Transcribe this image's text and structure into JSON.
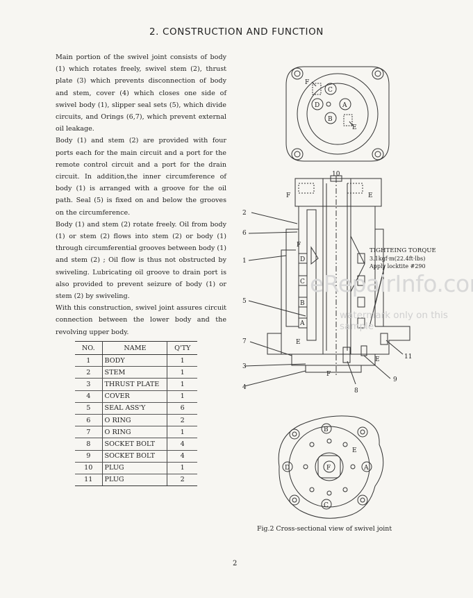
{
  "section": {
    "title": "2.  CONSTRUCTION AND FUNCTION"
  },
  "body_paragraphs": [
    "Main portion of the swivel joint consists of body (1) which rotates freely, swivel stem (2), thrust plate (3) which prevents disconnection of body and stem, cover (4) which closes one side of swivel body (1), slipper seal sets (5), which divide circuits, and Orings (6,7), which prevent external oil leakage.",
    "Body (1) and stem (2) are provided with four ports each for the main circuit and a port for the remote control circuit and a port for the drain circuit. In addition,the inner circumference of body (1) is arranged with a groove for the oil path. Seal (5) is fixed on and below the grooves on the circumference.",
    "Body (1) and stem (2) rotate freely. Oil from body (1) or stem (2) flows into stem (2) or body (1) through circumferential grooves between body (1) and stem (2) ; Oil flow is thus not obstructed by swiveling. Lubricating oil groove to drain port is also provided to prevent seizure of body (1) or stem (2) by swiveling.",
    "With this construction, swivel joint assures circuit connection between the lower body and the revolving upper body."
  ],
  "parts_table": {
    "headers": [
      "NO.",
      "NAME",
      "Q'TY"
    ],
    "rows": [
      [
        "1",
        "BODY",
        "1"
      ],
      [
        "2",
        "STEM",
        "1"
      ],
      [
        "3",
        "THRUST PLATE",
        "1"
      ],
      [
        "4",
        "COVER",
        "1"
      ],
      [
        "5",
        "SEAL ASS'Y",
        "6"
      ],
      [
        "6",
        "O RING",
        "2"
      ],
      [
        "7",
        "O RING",
        "1"
      ],
      [
        "8",
        "SOCKET BOLT",
        "4"
      ],
      [
        "9",
        "SOCKET BOLT",
        "4"
      ],
      [
        "10",
        "PLUG",
        "1"
      ],
      [
        "11",
        "PLUG",
        "2"
      ]
    ]
  },
  "figure": {
    "caption": "Fig.2   Cross-sectional view of swivel joint",
    "torque_note": {
      "heading": "TIGHTEING TORQUE",
      "value": "3.1kgf·m(22.4ft·lbs)",
      "instruction": "Apply locktite #290"
    },
    "callouts": {
      "n1": "1",
      "n2": "2",
      "n3": "3",
      "n4": "4",
      "n5": "5",
      "n6": "6",
      "n7": "7",
      "n8": "8",
      "n9": "9",
      "n10": "10",
      "n11": "11"
    },
    "port_letters": {
      "a": "A",
      "b": "B",
      "c": "C",
      "d": "D",
      "e": "E",
      "f": "F"
    }
  },
  "watermark": {
    "main": "eRepairInfo.com",
    "sub": "watermark only on this sample"
  },
  "page_number": "2"
}
